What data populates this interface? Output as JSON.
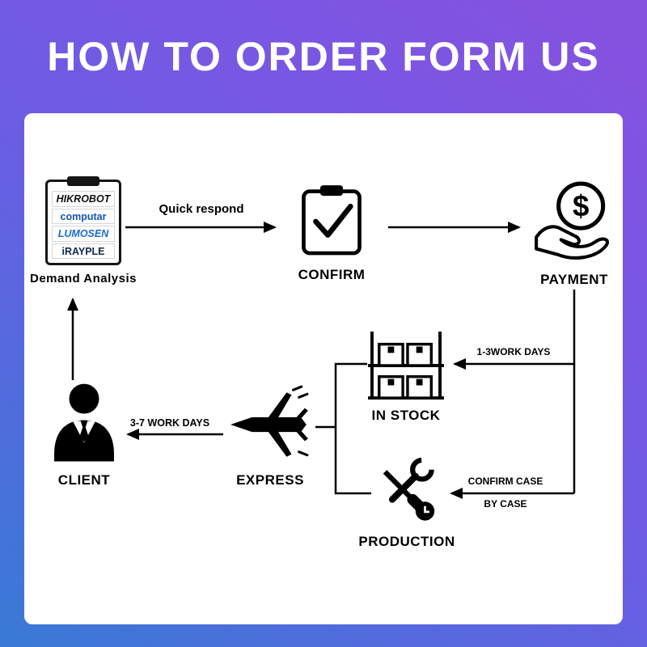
{
  "header": {
    "title": "HOW TO ORDER FORM US"
  },
  "colors": {
    "bg_gradient_from": "#8552e0",
    "bg_gradient_mid": "#6d5ce4",
    "bg_gradient_to": "#3a79d6",
    "card": "#ffffff",
    "line": "#000000"
  },
  "nodes": {
    "demand": {
      "label": "Demand Analysis",
      "brands": [
        "HIKROBOT",
        "computar",
        "LUMOSEN",
        "iRAYPLE"
      ]
    },
    "confirm": {
      "label": "CONFIRM"
    },
    "payment": {
      "label": "PAYMENT",
      "currency": "$"
    },
    "in_stock": {
      "label": "IN STOCK"
    },
    "production": {
      "label": "PRODUCTION"
    },
    "express": {
      "label": "EXPRESS"
    },
    "client": {
      "label": "CLIENT"
    }
  },
  "edges": {
    "quick_respond": "Quick respond",
    "stock_days": "1-3WORK DAYS",
    "production_case_line1": "CONFIRM CASE",
    "production_case_line2": "BY CASE",
    "express_days": "3-7 WORK DAYS"
  }
}
